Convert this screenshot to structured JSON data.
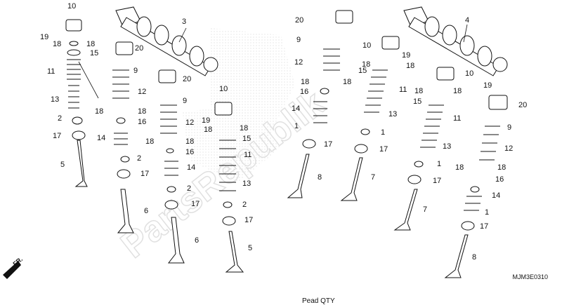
{
  "diagram": {
    "code": "MJM3E0310",
    "footer": "Pead   QTY",
    "watermark": "PartsRepublik",
    "direction_label": "FR.",
    "labels": [
      {
        "id": "l10a",
        "text": "10"
      },
      {
        "id": "l19a",
        "text": "19"
      },
      {
        "id": "l18a",
        "text": "18"
      },
      {
        "id": "l18b",
        "text": "18"
      },
      {
        "id": "l15a",
        "text": "15"
      },
      {
        "id": "l11a",
        "text": "11"
      },
      {
        "id": "l13a",
        "text": "13"
      },
      {
        "id": "l2a",
        "text": "2"
      },
      {
        "id": "l17a",
        "text": "17"
      },
      {
        "id": "l5a",
        "text": "5"
      },
      {
        "id": "l3",
        "text": "3"
      },
      {
        "id": "l20a",
        "text": "20"
      },
      {
        "id": "l9a",
        "text": "9"
      },
      {
        "id": "l12a",
        "text": "12"
      },
      {
        "id": "l18c",
        "text": "18"
      },
      {
        "id": "l18d",
        "text": "18"
      },
      {
        "id": "l16a",
        "text": "16"
      },
      {
        "id": "l14a",
        "text": "14"
      },
      {
        "id": "l2b",
        "text": "2"
      },
      {
        "id": "l17b",
        "text": "17"
      },
      {
        "id": "l6a",
        "text": "6"
      },
      {
        "id": "l20b",
        "text": "20"
      },
      {
        "id": "l9b",
        "text": "9"
      },
      {
        "id": "l12b",
        "text": "12"
      },
      {
        "id": "l18e",
        "text": "18"
      },
      {
        "id": "l18f",
        "text": "18"
      },
      {
        "id": "l16b",
        "text": "16"
      },
      {
        "id": "l14b",
        "text": "14"
      },
      {
        "id": "l2c",
        "text": "2"
      },
      {
        "id": "l17c",
        "text": "17"
      },
      {
        "id": "l6b",
        "text": "6"
      },
      {
        "id": "l10b",
        "text": "10"
      },
      {
        "id": "l19b",
        "text": "19"
      },
      {
        "id": "l18g",
        "text": "18"
      },
      {
        "id": "l18h",
        "text": "18"
      },
      {
        "id": "l15b",
        "text": "15"
      },
      {
        "id": "l11b",
        "text": "11"
      },
      {
        "id": "l13b",
        "text": "13"
      },
      {
        "id": "l2d",
        "text": "2"
      },
      {
        "id": "l17d",
        "text": "17"
      },
      {
        "id": "l5b",
        "text": "5"
      },
      {
        "id": "l20c",
        "text": "20"
      },
      {
        "id": "l9c",
        "text": "9"
      },
      {
        "id": "l12c",
        "text": "12"
      },
      {
        "id": "l18i",
        "text": "18"
      },
      {
        "id": "l18j",
        "text": "18"
      },
      {
        "id": "l16c",
        "text": "16"
      },
      {
        "id": "l14c",
        "text": "14"
      },
      {
        "id": "l1a",
        "text": "1"
      },
      {
        "id": "l17e",
        "text": "17"
      },
      {
        "id": "l8a",
        "text": "8"
      },
      {
        "id": "l10c",
        "text": "10"
      },
      {
        "id": "l19c",
        "text": "19"
      },
      {
        "id": "l18k",
        "text": "18"
      },
      {
        "id": "l18l",
        "text": "18"
      },
      {
        "id": "l15c",
        "text": "15"
      },
      {
        "id": "l11c",
        "text": "11"
      },
      {
        "id": "l13c",
        "text": "13"
      },
      {
        "id": "l1b",
        "text": "1"
      },
      {
        "id": "l17f",
        "text": "17"
      },
      {
        "id": "l7a",
        "text": "7"
      },
      {
        "id": "l4",
        "text": "4"
      },
      {
        "id": "l10d",
        "text": "10"
      },
      {
        "id": "l19d",
        "text": "19"
      },
      {
        "id": "l18m",
        "text": "18"
      },
      {
        "id": "l18n",
        "text": "18"
      },
      {
        "id": "l15d",
        "text": "15"
      },
      {
        "id": "l11d",
        "text": "11"
      },
      {
        "id": "l13d",
        "text": "13"
      },
      {
        "id": "l1c",
        "text": "1"
      },
      {
        "id": "l17g",
        "text": "17"
      },
      {
        "id": "l7b",
        "text": "7"
      },
      {
        "id": "l20d",
        "text": "20"
      },
      {
        "id": "l9d",
        "text": "9"
      },
      {
        "id": "l12d",
        "text": "12"
      },
      {
        "id": "l18o",
        "text": "18"
      },
      {
        "id": "l18p",
        "text": "18"
      },
      {
        "id": "l16d",
        "text": "16"
      },
      {
        "id": "l14d",
        "text": "14"
      },
      {
        "id": "l1d",
        "text": "1"
      },
      {
        "id": "l17h",
        "text": "17"
      },
      {
        "id": "l8b",
        "text": "8"
      }
    ]
  }
}
